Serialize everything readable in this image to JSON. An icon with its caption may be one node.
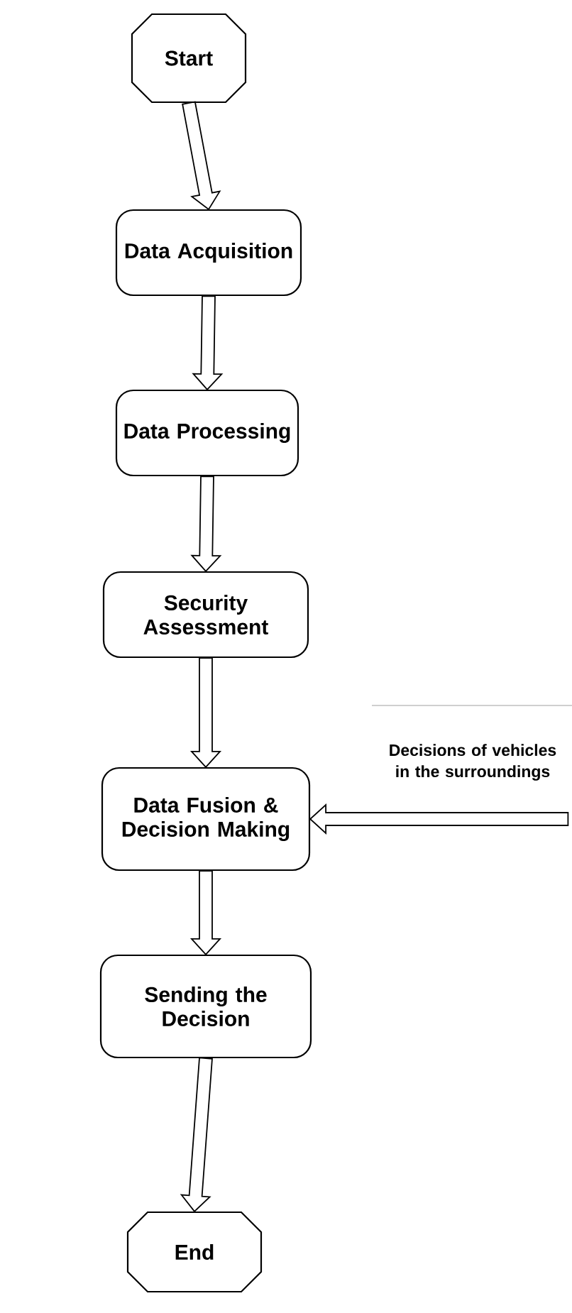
{
  "diagram": {
    "nodes": [
      {
        "text": [
          "Start"
        ]
      },
      {
        "text": [
          "Data Acquisition"
        ]
      },
      {
        "text": [
          "Data Processing"
        ]
      },
      {
        "text": [
          "Security Assessment"
        ]
      },
      {
        "text": [
          "Data Fusion & Decision Making"
        ]
      },
      {
        "text": [
          "Sending the Decision"
        ]
      },
      {
        "text": [
          "End"
        ]
      },
      {
        "text": [
          "Decisions of vehicles in the surroundings"
        ]
      }
    ],
    "edges": [
      {
        "from": 0,
        "to": 1,
        "arrow": "to"
      },
      {
        "from": 1,
        "to": 2,
        "arrow": "to"
      },
      {
        "from": 2,
        "to": 3,
        "arrow": "to"
      },
      {
        "from": 3,
        "to": 4,
        "arrow": "to"
      },
      {
        "from": 4,
        "to": 5,
        "arrow": "to"
      },
      {
        "from": 5,
        "to": 6,
        "arrow": "to"
      },
      {
        "from": 7,
        "to": 4,
        "arrow": "to"
      }
    ]
  }
}
